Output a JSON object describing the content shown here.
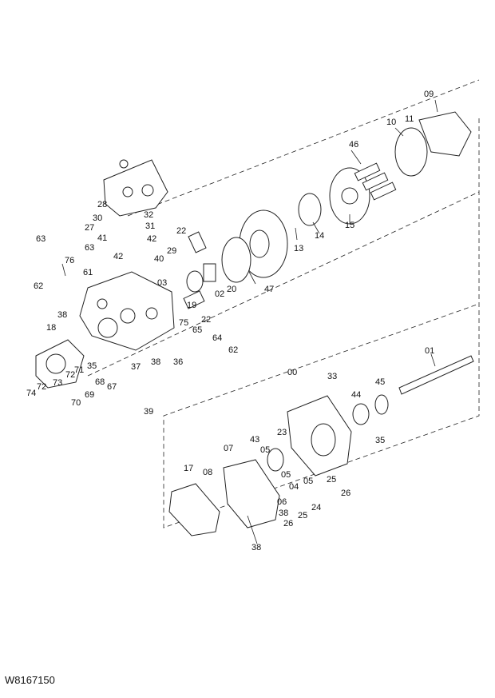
{
  "drawing_code": "W8167150",
  "callouts": {
    "c00": "00",
    "c01": "01",
    "c02": "02",
    "c03": "03",
    "c04": "04",
    "c05a": "05",
    "c05b": "05",
    "c05c": "05",
    "c06": "06",
    "c07": "07",
    "c08": "08",
    "c09": "09",
    "c10": "10",
    "c11": "11",
    "c13": "13",
    "c14": "14",
    "c15": "15",
    "c17": "17",
    "c18": "18",
    "c19": "19",
    "c20": "20",
    "c22a": "22",
    "c22b": "22",
    "c23": "23",
    "c24": "24",
    "c25a": "25",
    "c25b": "25",
    "c26a": "26",
    "c26b": "26",
    "c27": "27",
    "c28": "28",
    "c29": "29",
    "c30": "30",
    "c31": "31",
    "c32": "32",
    "c33": "33",
    "c35a": "35",
    "c35b": "35",
    "c36": "36",
    "c37": "37",
    "c38a": "38",
    "c38b": "38",
    "c38c": "38",
    "c38d": "38",
    "c39": "39",
    "c40": "40",
    "c41": "41",
    "c42a": "42",
    "c42b": "42",
    "c43": "43",
    "c44": "44",
    "c45": "45",
    "c46": "46",
    "c47": "47",
    "c61": "61",
    "c62a": "62",
    "c62b": "62",
    "c63a": "63",
    "c63b": "63",
    "c64": "64",
    "c65": "65",
    "c67": "67",
    "c68": "68",
    "c69": "69",
    "c70": "70",
    "c71": "71",
    "c72a": "72",
    "c72b": "72",
    "c73": "73",
    "c74": "74",
    "c75": "75",
    "c76": "76"
  }
}
